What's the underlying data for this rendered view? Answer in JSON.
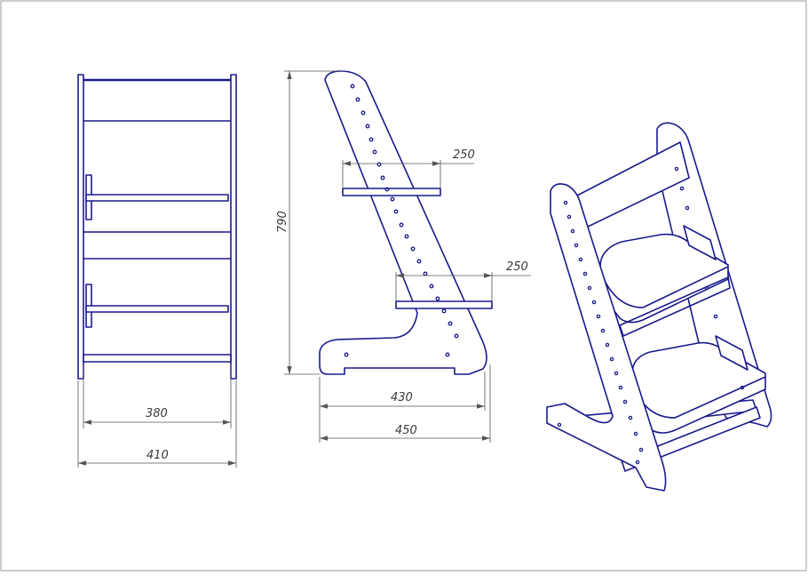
{
  "diagram": {
    "colors": {
      "outline": "#1a1a8c",
      "dimension": "#555555",
      "frame": "#9a9a9a",
      "text": "#3a3a3a"
    },
    "dimensions": {
      "front_inner_width": "380",
      "front_outer_width": "410",
      "side_height": "790",
      "upper_seat_depth": "250",
      "lower_seat_depth": "250",
      "base_inner_length": "430",
      "base_outer_length": "450"
    }
  }
}
